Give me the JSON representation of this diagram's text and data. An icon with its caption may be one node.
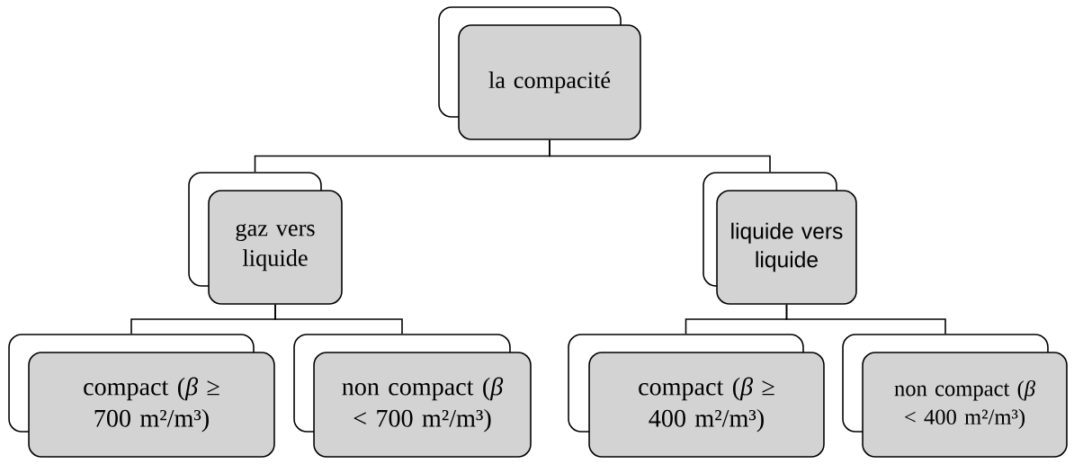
{
  "diagram": {
    "nodes": [
      {
        "text": [
          "la compacité"
        ]
      },
      {
        "text": [
          "gaz vers liquide"
        ]
      },
      {
        "text": [
          "liquide vers liquide"
        ]
      },
      {
        "text": [
          "compact (*β* ≥ 700 m²/m³)"
        ]
      },
      {
        "text": [
          "non compact (*β* < 700 m²/m³)"
        ]
      },
      {
        "text": [
          "compact (*β* ≥ 400 m²/m³)"
        ]
      },
      {
        "text": [
          "non compact (*β* < 400 m²/m³)"
        ]
      }
    ],
    "edges": [
      {
        "from": 0,
        "to": 1,
        "arrow": "none"
      },
      {
        "from": 0,
        "to": 2,
        "arrow": "none"
      },
      {
        "from": 1,
        "to": 3,
        "arrow": "none"
      },
      {
        "from": 1,
        "to": 4,
        "arrow": "none"
      },
      {
        "from": 2,
        "to": 5,
        "arrow": "none"
      },
      {
        "from": 2,
        "to": 6,
        "arrow": "none"
      }
    ]
  }
}
